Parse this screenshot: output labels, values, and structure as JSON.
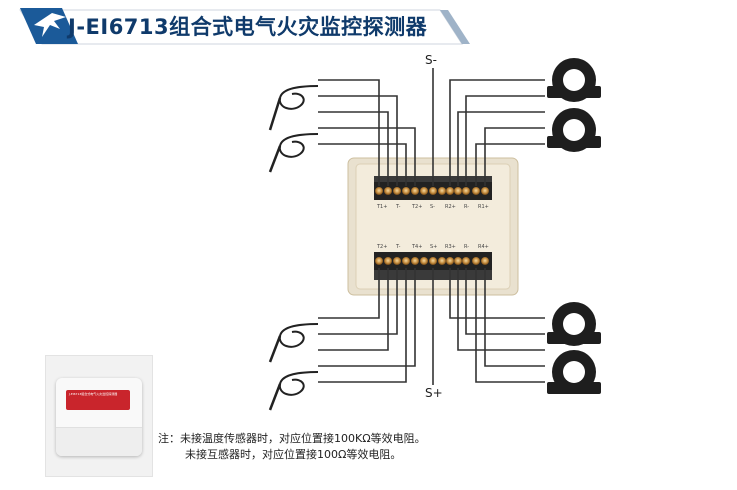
{
  "header": {
    "title": "J-EI6713组合式电气火灾监控探测器",
    "logo": "bird-logo",
    "accent": "#1b5a99"
  },
  "diagram": {
    "bus_top_label": "S-",
    "bus_bottom_label": "S+",
    "top_terminals": [
      "T1+",
      "T-",
      "T2+",
      "S-",
      "R2+",
      "R-",
      "R1+"
    ],
    "bottom_terminals": [
      "T2+",
      "T-",
      "T4+",
      "S+",
      "R3+",
      "R-",
      "R4+"
    ],
    "temperature_sensors": 4,
    "current_transformers": 4
  },
  "product_image": {
    "label_text": "J-EI6713组合式电气火灾监控探测器"
  },
  "notes": {
    "line1": "注：未接温度传感器时，对应位置接100KΩ等效电阻。",
    "line2": "未接互感器时，对应位置接100Ω等效电阻。"
  }
}
